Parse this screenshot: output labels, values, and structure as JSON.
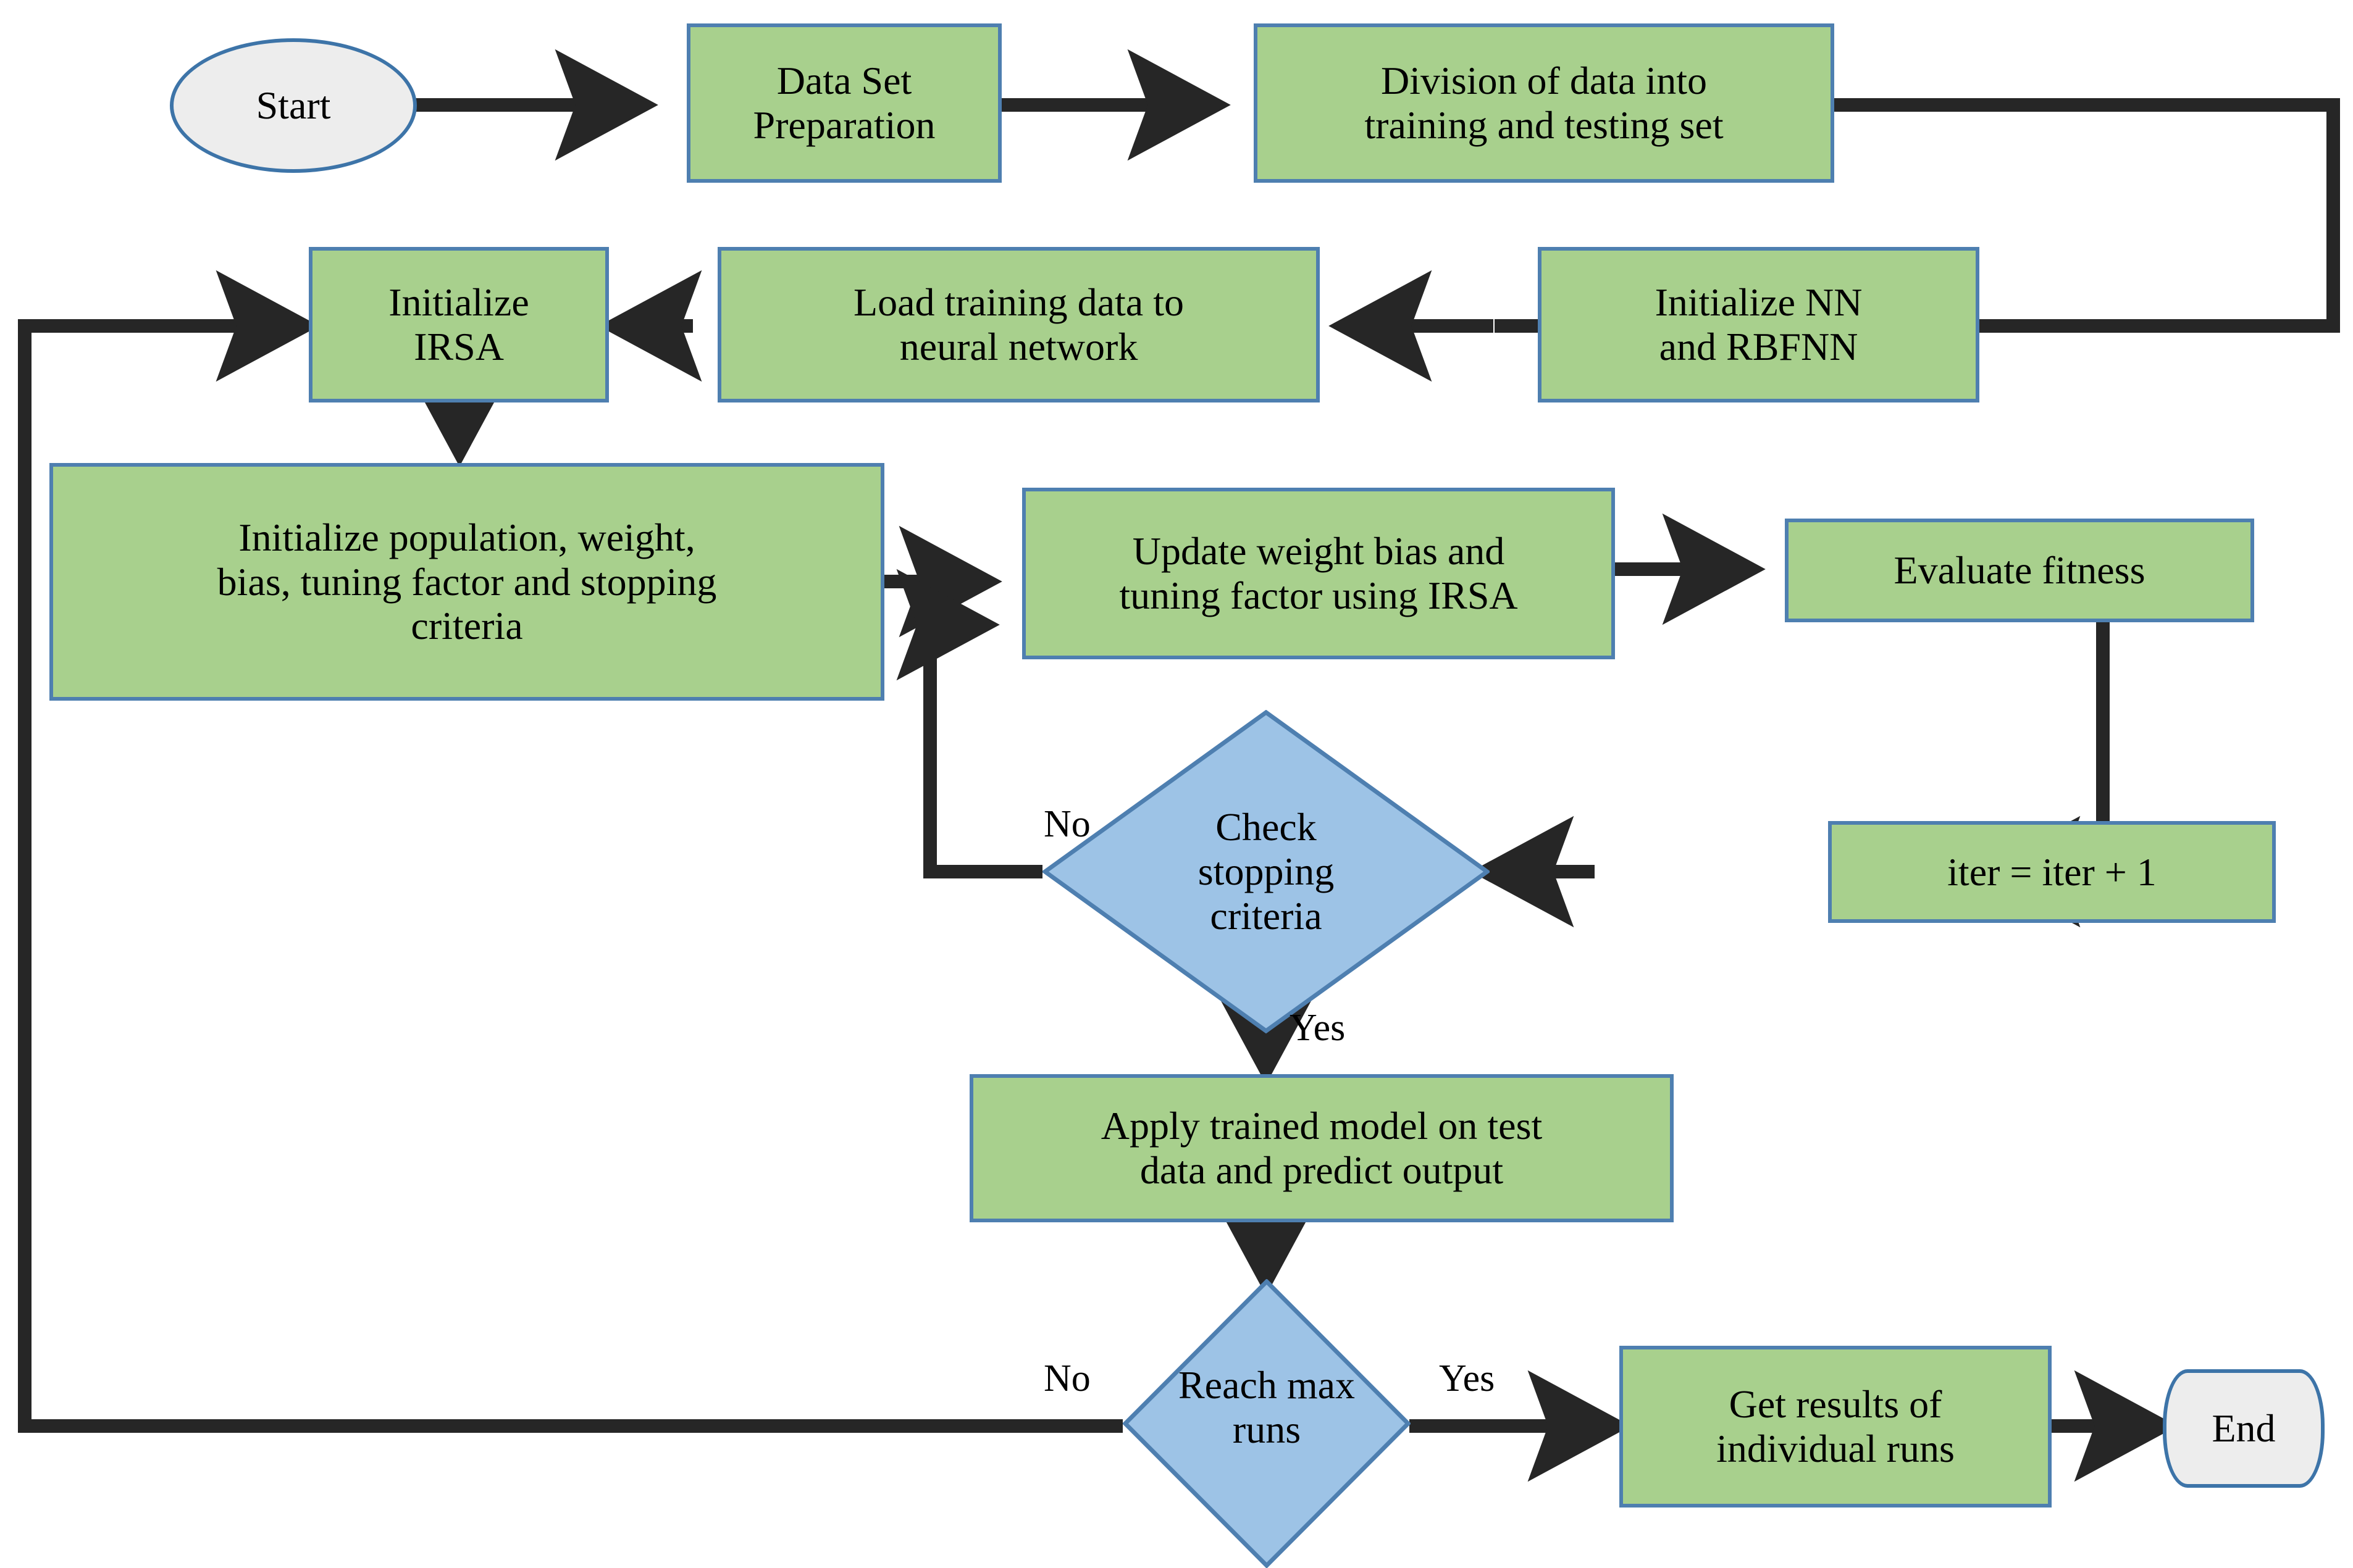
{
  "diagram": {
    "title": "IRSA optimized neural network training flowchart",
    "colors": {
      "process_fill": "#A8D08D",
      "process_border": "#4E7FB0",
      "decision_fill": "#9DC3E6",
      "decision_border": "#4E7FB0",
      "terminator_fill": "#EDEDED",
      "terminator_border": "#3D74A8",
      "edge": "#262626",
      "background": "#FFFFFF"
    },
    "nodes": {
      "start": {
        "label": "Start",
        "shape": "ellipse-terminator"
      },
      "data_set_preparation": {
        "label": "Data Set\nPreparation",
        "shape": "process"
      },
      "division_of_data": {
        "label": "Division of data into\ntraining and testing set",
        "shape": "process"
      },
      "initialize_nn_rbfnn": {
        "label": "Initialize NN\nand RBFNN",
        "shape": "process"
      },
      "load_training_data": {
        "label": "Load training data to\nneural network",
        "shape": "process"
      },
      "initialize_irsa": {
        "label": "Initialize\nIRSA",
        "shape": "process"
      },
      "initialize_population": {
        "label": "Initialize population, weight,\nbias, tuning factor and stopping\ncriteria",
        "shape": "process"
      },
      "update_weight_bias": {
        "label": "Update weight bias and\ntuning factor using IRSA",
        "shape": "process"
      },
      "evaluate_fitness": {
        "label": "Evaluate fitness",
        "shape": "process"
      },
      "iter_increment": {
        "label": "iter = iter + 1",
        "shape": "process"
      },
      "check_stopping_criteria": {
        "label": "Check\nstopping\ncriteria",
        "shape": "decision"
      },
      "apply_trained_model": {
        "label": "Apply trained model on test\ndata and predict output",
        "shape": "process"
      },
      "reach_max_runs": {
        "label": "Reach max\nruns",
        "shape": "decision"
      },
      "get_results": {
        "label": "Get results of\nindividual runs",
        "shape": "process"
      },
      "end": {
        "label": "End",
        "shape": "rounded-terminator"
      }
    },
    "edge_labels": {
      "check_no": "No",
      "check_yes": "Yes",
      "runs_no": "No",
      "runs_yes": "Yes"
    },
    "edges": [
      {
        "from": "start",
        "to": "data_set_preparation",
        "label": ""
      },
      {
        "from": "data_set_preparation",
        "to": "division_of_data",
        "label": ""
      },
      {
        "from": "division_of_data",
        "to": "initialize_nn_rbfnn",
        "label": ""
      },
      {
        "from": "initialize_nn_rbfnn",
        "to": "load_training_data",
        "label": ""
      },
      {
        "from": "load_training_data",
        "to": "initialize_irsa",
        "label": ""
      },
      {
        "from": "initialize_irsa",
        "to": "initialize_population",
        "label": ""
      },
      {
        "from": "initialize_population",
        "to": "update_weight_bias",
        "label": ""
      },
      {
        "from": "update_weight_bias",
        "to": "evaluate_fitness",
        "label": ""
      },
      {
        "from": "evaluate_fitness",
        "to": "iter_increment",
        "label": ""
      },
      {
        "from": "iter_increment",
        "to": "check_stopping_criteria",
        "label": ""
      },
      {
        "from": "check_stopping_criteria",
        "to": "update_weight_bias",
        "label": "No"
      },
      {
        "from": "check_stopping_criteria",
        "to": "apply_trained_model",
        "label": "Yes"
      },
      {
        "from": "apply_trained_model",
        "to": "reach_max_runs",
        "label": ""
      },
      {
        "from": "reach_max_runs",
        "to": "initialize_irsa",
        "label": "No"
      },
      {
        "from": "reach_max_runs",
        "to": "get_results",
        "label": "Yes"
      },
      {
        "from": "get_results",
        "to": "end",
        "label": ""
      }
    ]
  }
}
